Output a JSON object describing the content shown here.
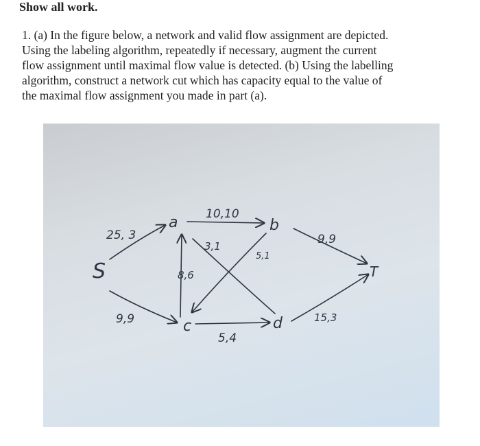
{
  "heading": "Show all work.",
  "problem": {
    "lines": [
      "1. (a) In the figure below, a network and valid flow assignment are depicted.",
      "Using the labeling algorithm, repeatedly if necessary, augment the current",
      "flow assignment until maximal flow value is detected. (b) Using the labelling",
      "algorithm, construct a network cut which has capacity equal to the value of",
      "the maximal flow assignment you made in part (a)."
    ]
  },
  "network": {
    "nodes": {
      "S": "S",
      "a": "a",
      "b": "b",
      "c": "c",
      "d": "d",
      "T": "T"
    },
    "edges": {
      "S_a": "25, 3",
      "S_c": "9,9",
      "a_b": "10,10",
      "c_a": "8,6",
      "b_c": "3,1",
      "a_d": "5,1",
      "c_d": "5,4",
      "b_T": "9,9",
      "d_T": "15,3"
    }
  }
}
